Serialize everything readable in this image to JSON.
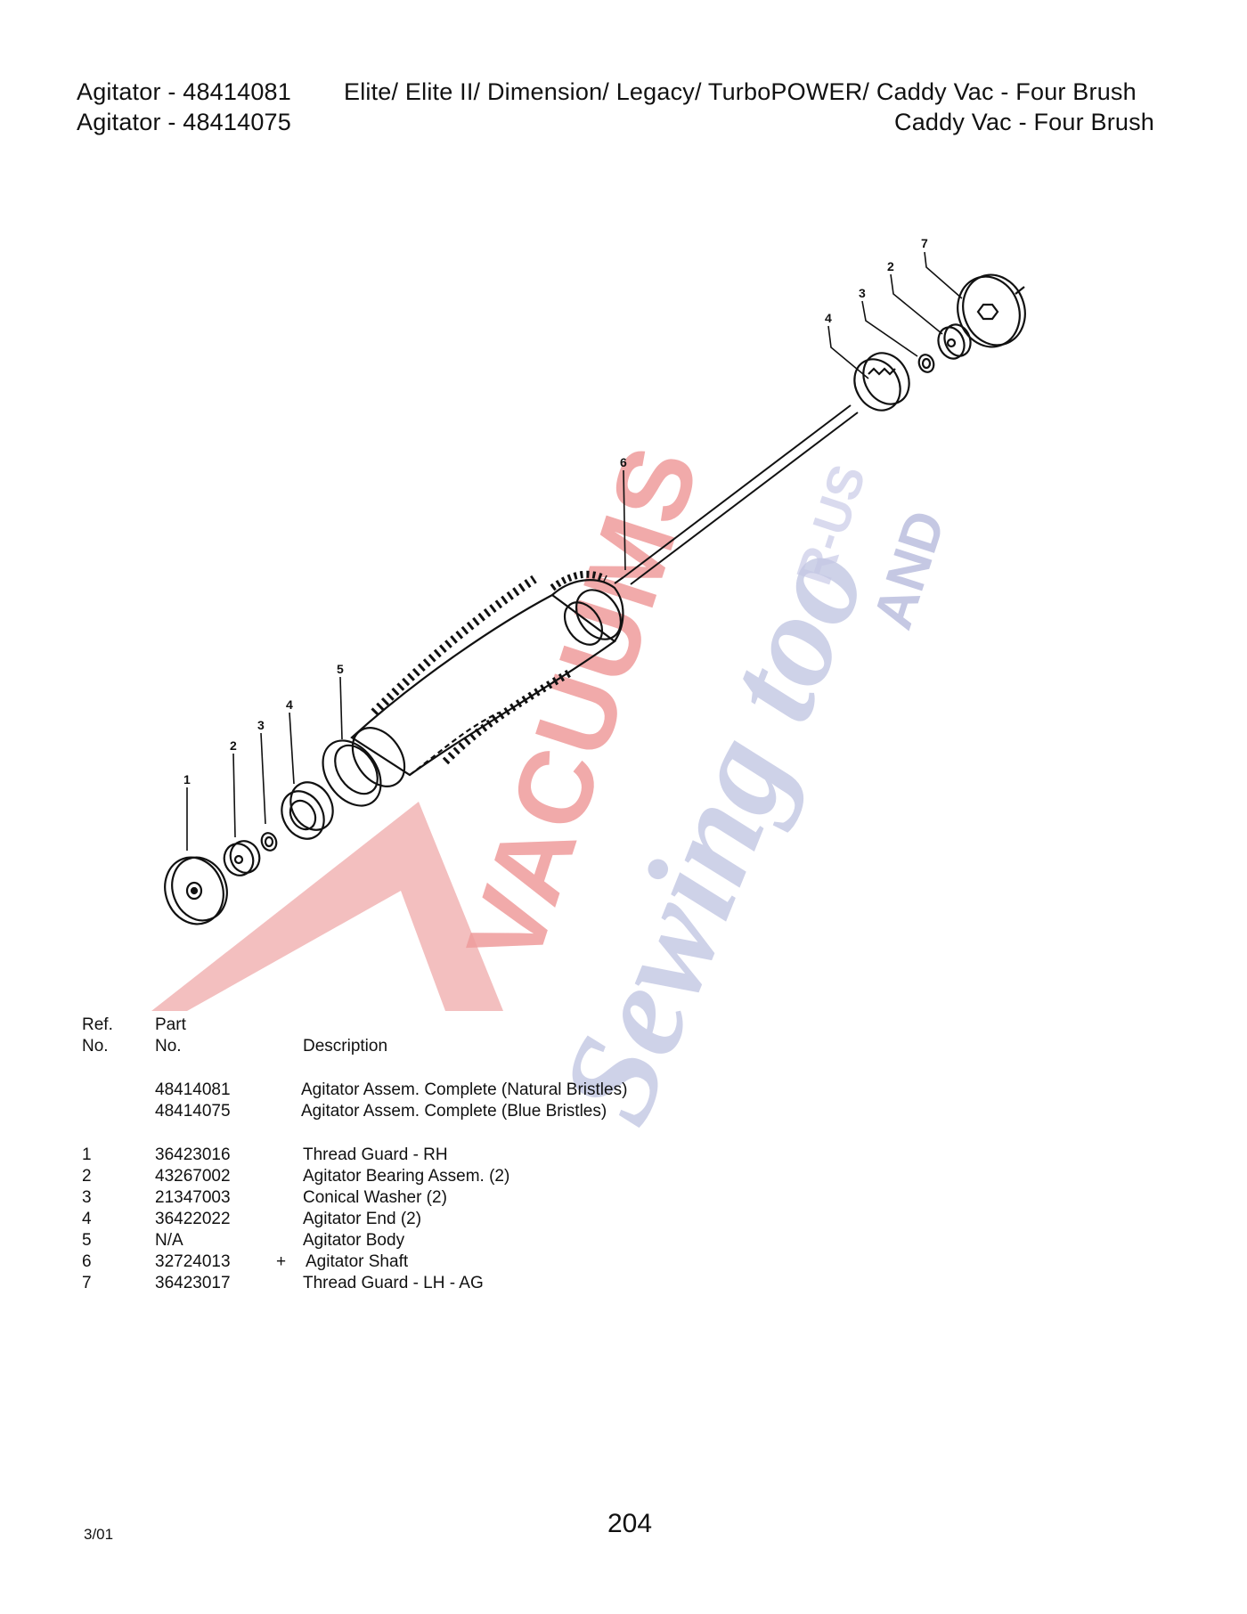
{
  "header": {
    "line1_left": "Agitator - 48414081",
    "line1_right": "Elite/ Elite II/ Dimension/ Legacy/ TurboPOWER/ Caddy Vac - Four Brush",
    "line2_left": "Agitator - 48414075",
    "line2_right": "Caddy Vac - Four Brush"
  },
  "watermark": {
    "text_main": "VACUUMS",
    "text_r_us": "R-US",
    "text_and": "AND",
    "text_sewing": "Sewing too",
    "color_red": "#e23a3a",
    "color_blue": "#8c93c6"
  },
  "diagram": {
    "callouts_left": [
      "1",
      "2",
      "3",
      "4",
      "5"
    ],
    "callout_shaft": "6",
    "callouts_right": [
      "7",
      "2",
      "3",
      "4"
    ]
  },
  "table": {
    "headers": {
      "ref_line1": "Ref.",
      "ref_line2": "No.",
      "part_line1": "Part",
      "part_line2": "No.",
      "description": "Description"
    },
    "assemblies": [
      {
        "part": "48414081",
        "description": "Agitator Assem. Complete  (Natural Bristles)"
      },
      {
        "part": "48414075",
        "description": "Agitator Assem. Complete  (Blue Bristles)"
      }
    ],
    "rows": [
      {
        "ref": "1",
        "part": "36423016",
        "mark": "",
        "description": "Thread Guard - RH"
      },
      {
        "ref": "2",
        "part": "43267002",
        "mark": "",
        "description": "Agitator Bearing Assem. (2)"
      },
      {
        "ref": "3",
        "part": "21347003",
        "mark": "",
        "description": "Conical Washer (2)"
      },
      {
        "ref": "4",
        "part": "36422022",
        "mark": "",
        "description": "Agitator End (2)"
      },
      {
        "ref": "5",
        "part": "N/A",
        "mark": "",
        "description": "Agitator Body"
      },
      {
        "ref": "6",
        "part": "32724013",
        "mark": "+",
        "description": "Agitator Shaft"
      },
      {
        "ref": "7",
        "part": "36423017",
        "mark": "",
        "description": "Thread Guard - LH - AG"
      }
    ]
  },
  "footer": {
    "date": "3/01",
    "page": "204"
  }
}
